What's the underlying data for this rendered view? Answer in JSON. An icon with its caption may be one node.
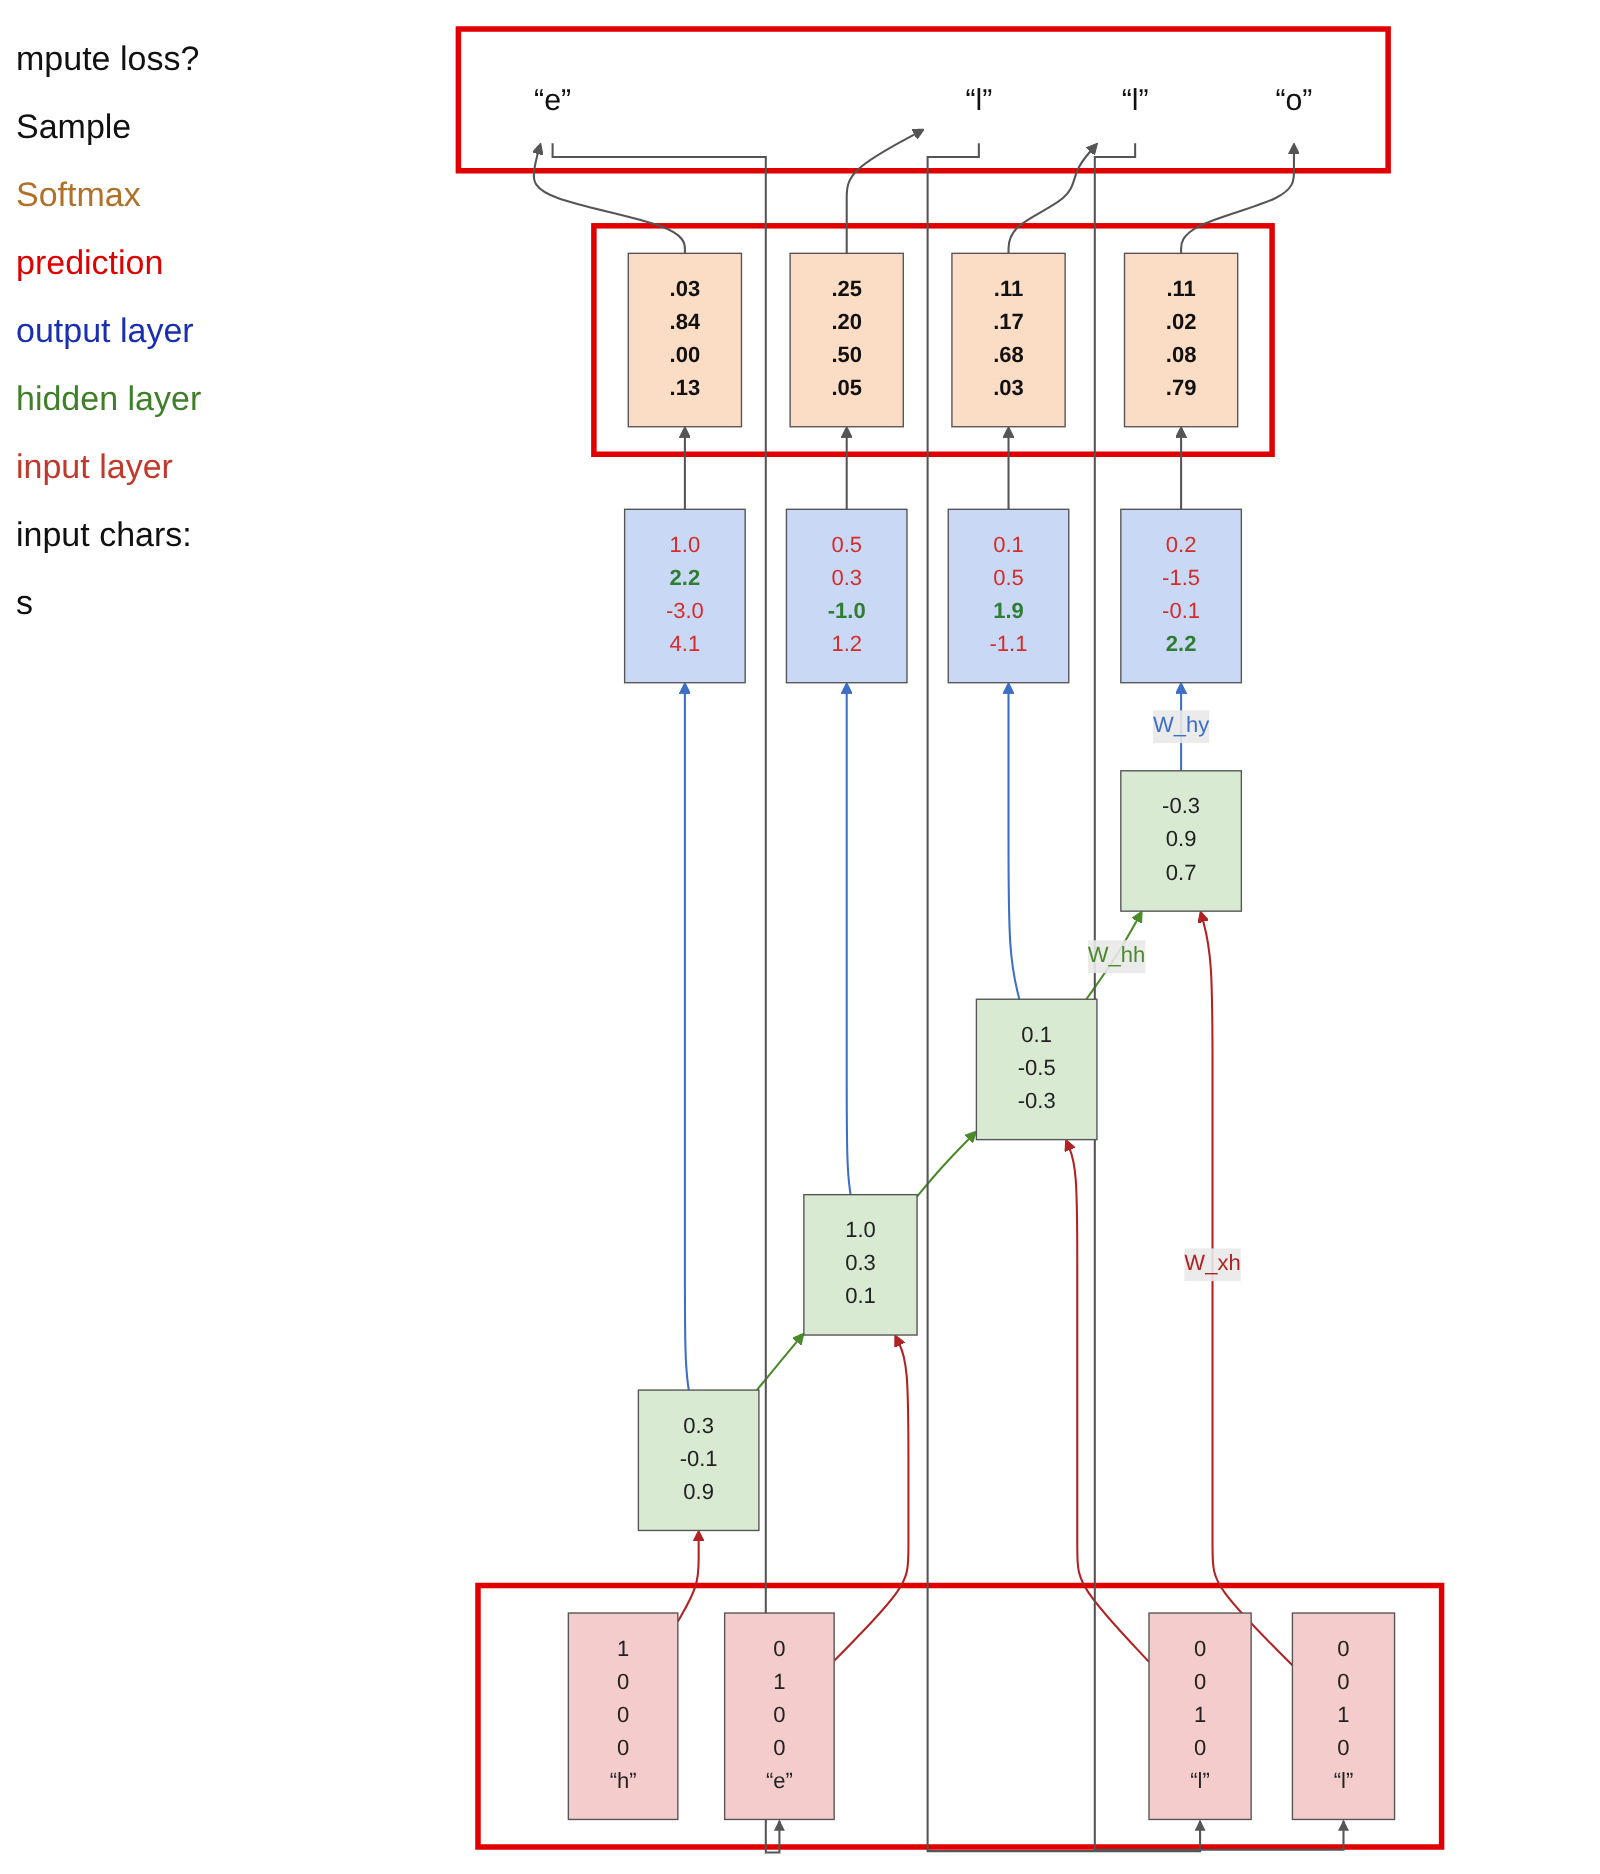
{
  "diagram": {
    "nodes": [
      {
        "text": [],
        "shape": "box"
      },
      {
        "text": [
          "“e”"
        ],
        "in": 0
      },
      {
        "text": [
          "“l”"
        ],
        "in": 0
      },
      {
        "text": [
          "“l”"
        ],
        "in": 0
      },
      {
        "text": [
          "“o”"
        ],
        "in": 0
      },
      {
        "text": [],
        "shape": "box"
      },
      {
        "text": [
          ".03",
          ".84",
          ".00",
          ".13"
        ],
        "in": 5
      },
      {
        "text": [
          ".25",
          ".20",
          ".50",
          ".05"
        ],
        "in": 5
      },
      {
        "text": [
          ".11",
          ".17",
          ".68",
          ".03"
        ],
        "in": 5
      },
      {
        "text": [
          ".11",
          ".02",
          ".08",
          ".79"
        ],
        "in": 5
      },
      {
        "text": [
          "1.0",
          "2.2",
          "-3.0",
          "4.1"
        ]
      },
      {
        "text": [
          "0.5",
          "0.3",
          "-1.0",
          "1.2"
        ]
      },
      {
        "text": [
          "0.1",
          "0.5",
          "1.9",
          "-1.1"
        ]
      },
      {
        "text": [
          "0.2",
          "-1.5",
          "-0.1",
          "2.2"
        ]
      },
      {
        "text": [
          "0.3",
          "-0.1",
          "0.9"
        ]
      },
      {
        "text": [
          "1.0",
          "0.3",
          "0.1"
        ]
      },
      {
        "text": [
          "0.1",
          "-0.5",
          "-0.3"
        ]
      },
      {
        "text": [
          "-0.3",
          "0.9",
          "0.7"
        ]
      },
      {
        "text": [],
        "shape": "box"
      },
      {
        "text": [
          "1",
          "0",
          "0",
          "0",
          "“h”"
        ],
        "in": 18
      },
      {
        "text": [
          "0",
          "1",
          "0",
          "0",
          "“e”"
        ],
        "in": 18
      },
      {
        "text": [
          "0",
          "0",
          "1",
          "0",
          "“l”"
        ],
        "in": 18
      },
      {
        "text": [
          "0",
          "0",
          "1",
          "0",
          "“l”"
        ],
        "in": 18
      }
    ],
    "edges": [
      {
        "from": 6,
        "to": 1,
        "arrow": "to"
      },
      {
        "from": 7,
        "to": 2,
        "arrow": "to"
      },
      {
        "from": 8,
        "to": 3,
        "arrow": "to"
      },
      {
        "from": 9,
        "to": 4,
        "arrow": "to"
      },
      {
        "from": 10,
        "to": 6,
        "arrow": "to"
      },
      {
        "from": 11,
        "to": 7,
        "arrow": "to"
      },
      {
        "from": 12,
        "to": 8,
        "arrow": "to"
      },
      {
        "from": 13,
        "to": 9,
        "arrow": "to"
      },
      {
        "from": 14,
        "to": 10,
        "arrow": "to",
        "color": "#3d6fc7"
      },
      {
        "from": 15,
        "to": 11,
        "arrow": "to",
        "color": "#3d6fc7"
      },
      {
        "from": 16,
        "to": 12,
        "arrow": "to",
        "color": "#3d6fc7"
      },
      {
        "from": 17,
        "to": 13,
        "arrow": "to",
        "label": "W_hy",
        "color": "#3d6fc7"
      },
      {
        "from": 14,
        "to": 15,
        "arrow": "to",
        "color": "#4a8a2a"
      },
      {
        "from": 15,
        "to": 16,
        "arrow": "to",
        "color": "#4a8a2a"
      },
      {
        "from": 16,
        "to": 17,
        "arrow": "to",
        "label": "W_hh",
        "color": "#4a8a2a"
      },
      {
        "from": 19,
        "to": 14,
        "arrow": "to",
        "color": "#b22222"
      },
      {
        "from": 20,
        "to": 15,
        "arrow": "to",
        "color": "#b22222"
      },
      {
        "from": 21,
        "to": 16,
        "arrow": "to",
        "color": "#b22222"
      },
      {
        "from": 22,
        "to": 17,
        "arrow": "to",
        "label": "W_xh",
        "color": "#b22222"
      },
      {
        "from": 1,
        "to": 20,
        "arrow": "to"
      },
      {
        "from": 2,
        "to": 21,
        "arrow": "to"
      },
      {
        "from": 3,
        "to": 22,
        "arrow": "to"
      }
    ],
    "labels": [
      "mpute loss?",
      "Sample",
      "Softmax",
      "prediction",
      "output layer",
      "hidden layer",
      "input layer",
      "input chars:",
      "s"
    ]
  }
}
